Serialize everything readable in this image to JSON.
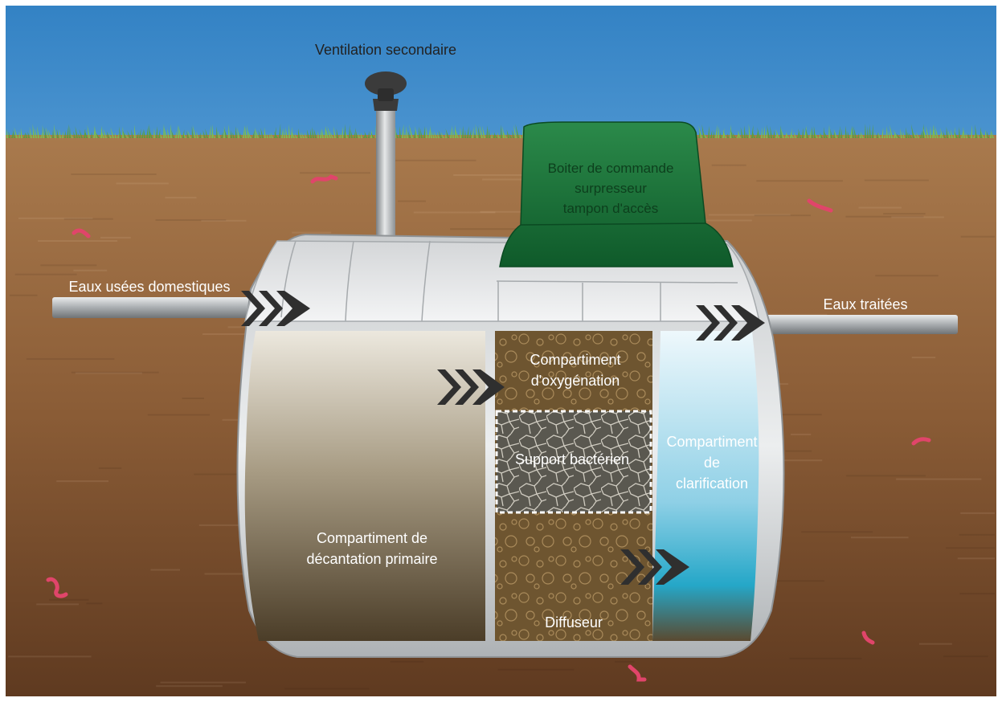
{
  "labels": {
    "ventilation": "Ventilation secondaire",
    "control_box": [
      "Boiter de commande",
      "surpresseur",
      "tampon d'accès"
    ],
    "inlet": "Eaux usées domestiques",
    "outlet": "Eaux traitées",
    "oxygenation": [
      "Compartiment",
      "d'oxygénation"
    ],
    "support": "Support bactérien",
    "clarification": [
      "Compartiment",
      "de",
      "clarification"
    ],
    "decantation": [
      "Compartiment de",
      "décantation primaire"
    ],
    "diffuser": "Diffuseur"
  },
  "colors": {
    "sky": "#3a87c8",
    "grass": "#5aa03c",
    "soil_top": "#a4754a",
    "soil_bottom": "#6b4226",
    "tank_shell": "#d9dbdd",
    "tank_shell_dark": "#9fa3a6",
    "control_box": "#1f7a3e",
    "control_box_dark": "#0f5a2a",
    "decantation_top": "#e6e2d8",
    "decantation_bottom": "#4a3c28",
    "oxygenation": "#6e5530",
    "support": "#4e4c44",
    "clarification_top": "#e8f4fa",
    "clarification_bottom": "#2aa9c9",
    "arrow": "#2f2f2f",
    "worm": "#e0456a",
    "pipe": "#b9bcbf"
  }
}
